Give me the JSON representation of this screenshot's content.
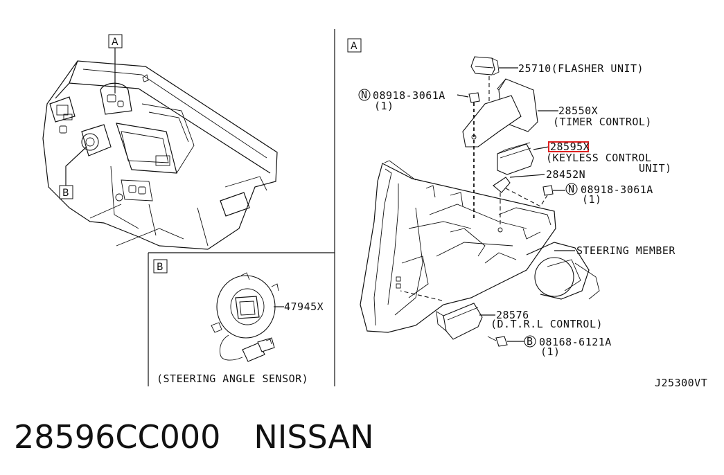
{
  "frame": {
    "panel_a_tag": "A",
    "panel_b_tag": "B"
  },
  "callouts": {
    "flasher": "25710(FLASHER UNIT)",
    "bolt_top": "08918-3061A",
    "bolt_top_qty": "(1)",
    "timer_no": "28550X",
    "timer_name": "(TIMER CONTROL)",
    "keyless_no": "28595X",
    "keyless_name": "(KEYLESS CONTROL",
    "keyless_name2": "UNIT)",
    "bracket": "28452N",
    "bolt_mid": "08918-3061A",
    "bolt_mid_qty": "(1)",
    "steering_member": "STEERING MEMBER",
    "drl_no": "28576",
    "drl_name": "(D.T.R.L CONTROL)",
    "bolt_b": "08168-6121A",
    "bolt_b_qty": "(1)",
    "sensor_no": "47945X",
    "sensor_name": "(STEERING ANGLE SENSOR)",
    "fig_code": "J25300VT",
    "n_symbol": "N",
    "b_symbol": "B"
  },
  "highlight": {
    "color": "#e02020"
  },
  "caption": {
    "part_number": "28596CC000",
    "brand": "NISSAN"
  }
}
